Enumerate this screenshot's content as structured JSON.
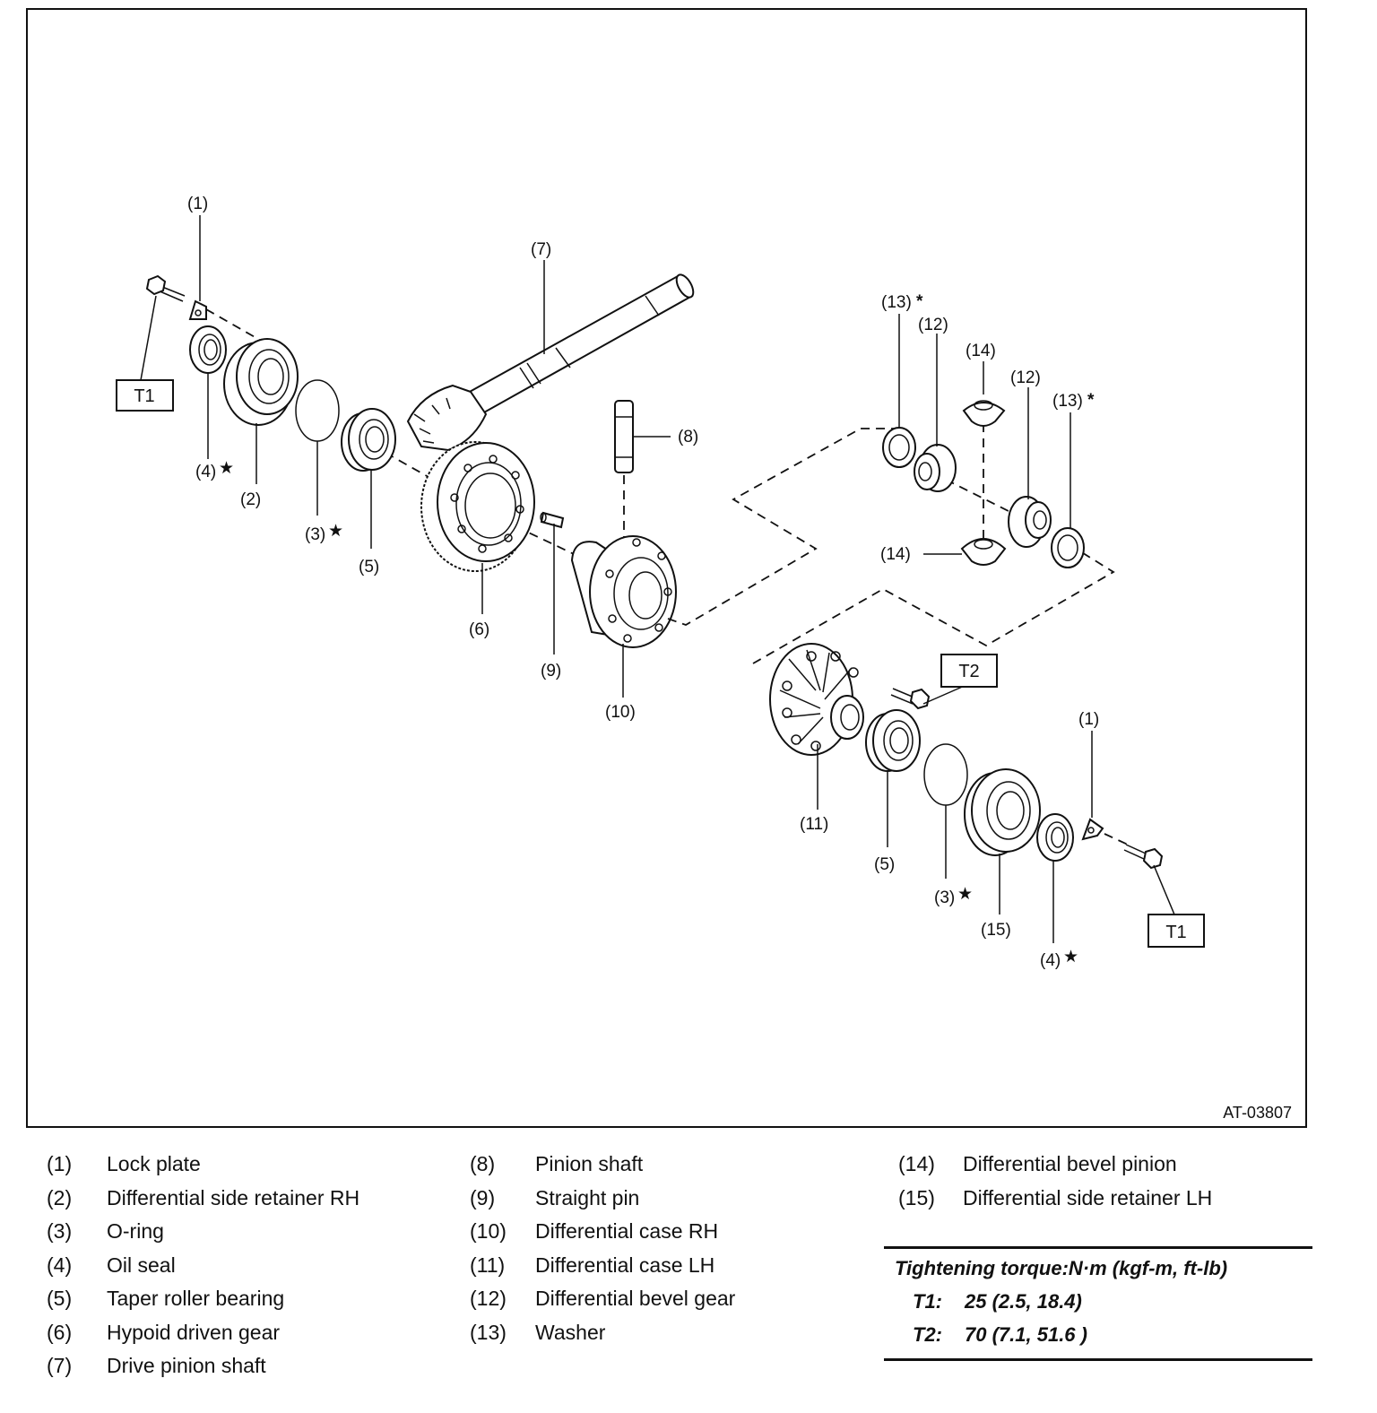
{
  "figure_id": "AT-03807",
  "callouts": {
    "c1_top": "(1)",
    "c1_right": "(1)",
    "c2": "(2)",
    "c3_left": "(3)",
    "c3_right": "(3)",
    "c4_left": "(4)",
    "c4_right": "(4)",
    "c5_left": "(5)",
    "c5_right": "(5)",
    "c6": "(6)",
    "c7": "(7)",
    "c8": "(8)",
    "c9": "(9)",
    "c10": "(10)",
    "c11": "(11)",
    "c12_left": "(12)",
    "c12_right": "(12)",
    "c13_left": "(13)",
    "c13_right": "(13)",
    "c14_top": "(14)",
    "c14_bottom": "(14)",
    "c15": "(15)"
  },
  "markers": {
    "star": "★",
    "asterisk": "*"
  },
  "torque_boxes": {
    "t1_left": "T1",
    "t1_right": "T1",
    "t2": "T2"
  },
  "legend": {
    "col1": [
      {
        "num": "(1)",
        "label": "Lock plate"
      },
      {
        "num": "(2)",
        "label": "Differential side retainer RH"
      },
      {
        "num": "(3)",
        "label": "O-ring"
      },
      {
        "num": "(4)",
        "label": "Oil seal"
      },
      {
        "num": "(5)",
        "label": "Taper roller bearing"
      },
      {
        "num": "(6)",
        "label": "Hypoid driven gear"
      },
      {
        "num": "(7)",
        "label": "Drive pinion shaft"
      }
    ],
    "col2": [
      {
        "num": "(8)",
        "label": "Pinion shaft"
      },
      {
        "num": "(9)",
        "label": "Straight pin"
      },
      {
        "num": "(10)",
        "label": "Differential case RH"
      },
      {
        "num": "(11)",
        "label": "Differential case LH"
      },
      {
        "num": "(12)",
        "label": "Differential bevel gear"
      },
      {
        "num": "(13)",
        "label": "Washer"
      }
    ],
    "col3": [
      {
        "num": "(14)",
        "label": "Differential bevel pinion"
      },
      {
        "num": "(15)",
        "label": "Differential side retainer LH"
      }
    ]
  },
  "torque_table": {
    "title": "Tightening torque:N·m (kgf-m, ft-lb)",
    "rows": [
      {
        "key": "T1:",
        "value": "25 (2.5, 18.4)"
      },
      {
        "key": "T2:",
        "value": "70 (7.1, 51.6 )"
      }
    ]
  }
}
